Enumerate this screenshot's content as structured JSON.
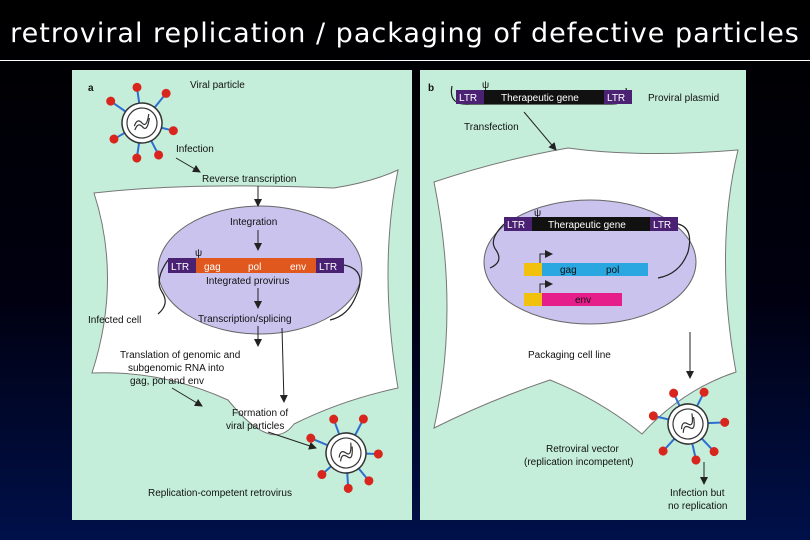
{
  "slide": {
    "title": "retroviral replication / packaging of defective particles"
  },
  "panel_a": {
    "letter": "a",
    "viral_particle": "Viral particle",
    "infection": "Infection",
    "reverse_transcription": "Reverse transcription",
    "integration": "Integration",
    "psi": "ψ",
    "ltr": "LTR",
    "gag": "gag",
    "pol": "pol",
    "env": "env",
    "integrated_provirus": "Integrated provirus",
    "infected_cell": "Infected cell",
    "transcription_splicing": "Transcription/splicing",
    "translation_line1": "Translation of genomic and",
    "translation_line2": "subgenomic RNA into",
    "translation_line3": "gag, pol and env",
    "formation_line1": "Formation of",
    "formation_line2": "viral particles",
    "replication_competent": "Replication-competent retrovirus",
    "colors": {
      "cell_bg": "#c4eed9",
      "nucleus": "#c9c3ee",
      "ltr": "#4b2173",
      "gene": "#e0581e",
      "spike": "#d8261e"
    }
  },
  "panel_b": {
    "letter": "b",
    "psi": "ψ",
    "ltr": "LTR",
    "therapeutic_gene": "Therapeutic gene",
    "proviral_plasmid": "Proviral plasmid",
    "transfection": "Transfection",
    "gag": "gag",
    "pol": "pol",
    "env": "env",
    "packaging_cell_line": "Packaging cell line",
    "retroviral_vector_line1": "Retroviral vector",
    "retroviral_vector_line2": "(replication incompetent)",
    "infection_but_line1": "Infection but",
    "infection_but_line2": "no replication",
    "colors": {
      "gagpol": "#2aa7e0",
      "env": "#e61e8c",
      "promoter": "#f2c10e",
      "gene_box": "#111111"
    }
  }
}
